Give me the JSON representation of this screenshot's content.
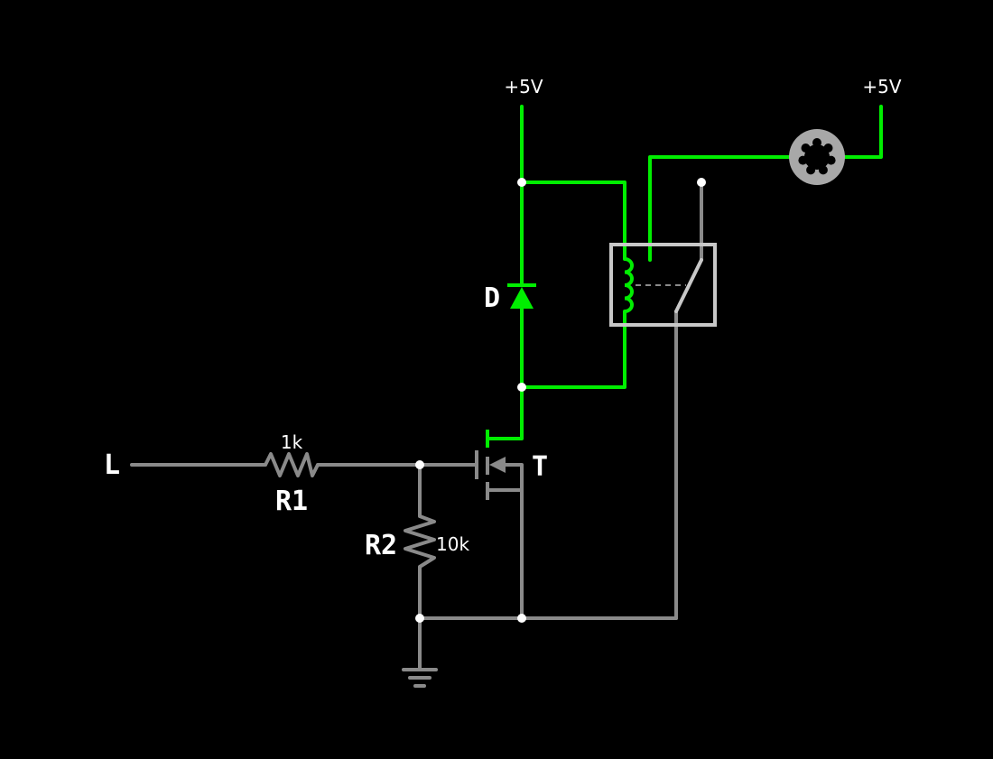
{
  "colors": {
    "background": "#000000",
    "active_wire": "#00ee00",
    "inactive_wire": "#8a8a8a",
    "node": "#ffffff",
    "relay_box": "#c8c8c8"
  },
  "supply": {
    "left_label": "+5V",
    "right_label": "+5V"
  },
  "input": {
    "label": "L"
  },
  "components": {
    "r1": {
      "name": "R1",
      "value": "1k"
    },
    "r2": {
      "name": "R2",
      "value": "10k"
    },
    "diode": {
      "name": "D"
    },
    "transistor": {
      "name": "T"
    }
  },
  "icons": {
    "motor": "motor-icon",
    "ground": "ground-icon",
    "relay": "relay-icon"
  }
}
